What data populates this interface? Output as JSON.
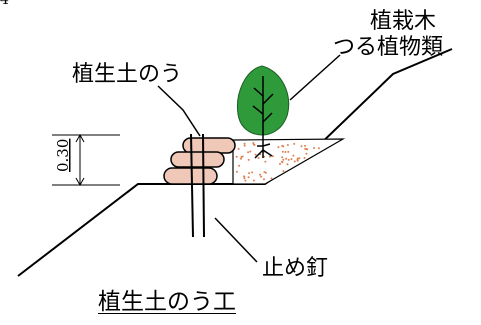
{
  "page_number": "4",
  "labels": {
    "sandbag": "植生土のう",
    "tree_line1": "植栽木",
    "tree_line2": "つる植物類",
    "nail": "止め釘",
    "dimension": "0.30"
  },
  "caption": "植生土のう工",
  "colors": {
    "line": "#000000",
    "sandbag_fill": "#f0c8b8",
    "soil_dots": "#e08050",
    "leaf": "#2f9a3a"
  }
}
